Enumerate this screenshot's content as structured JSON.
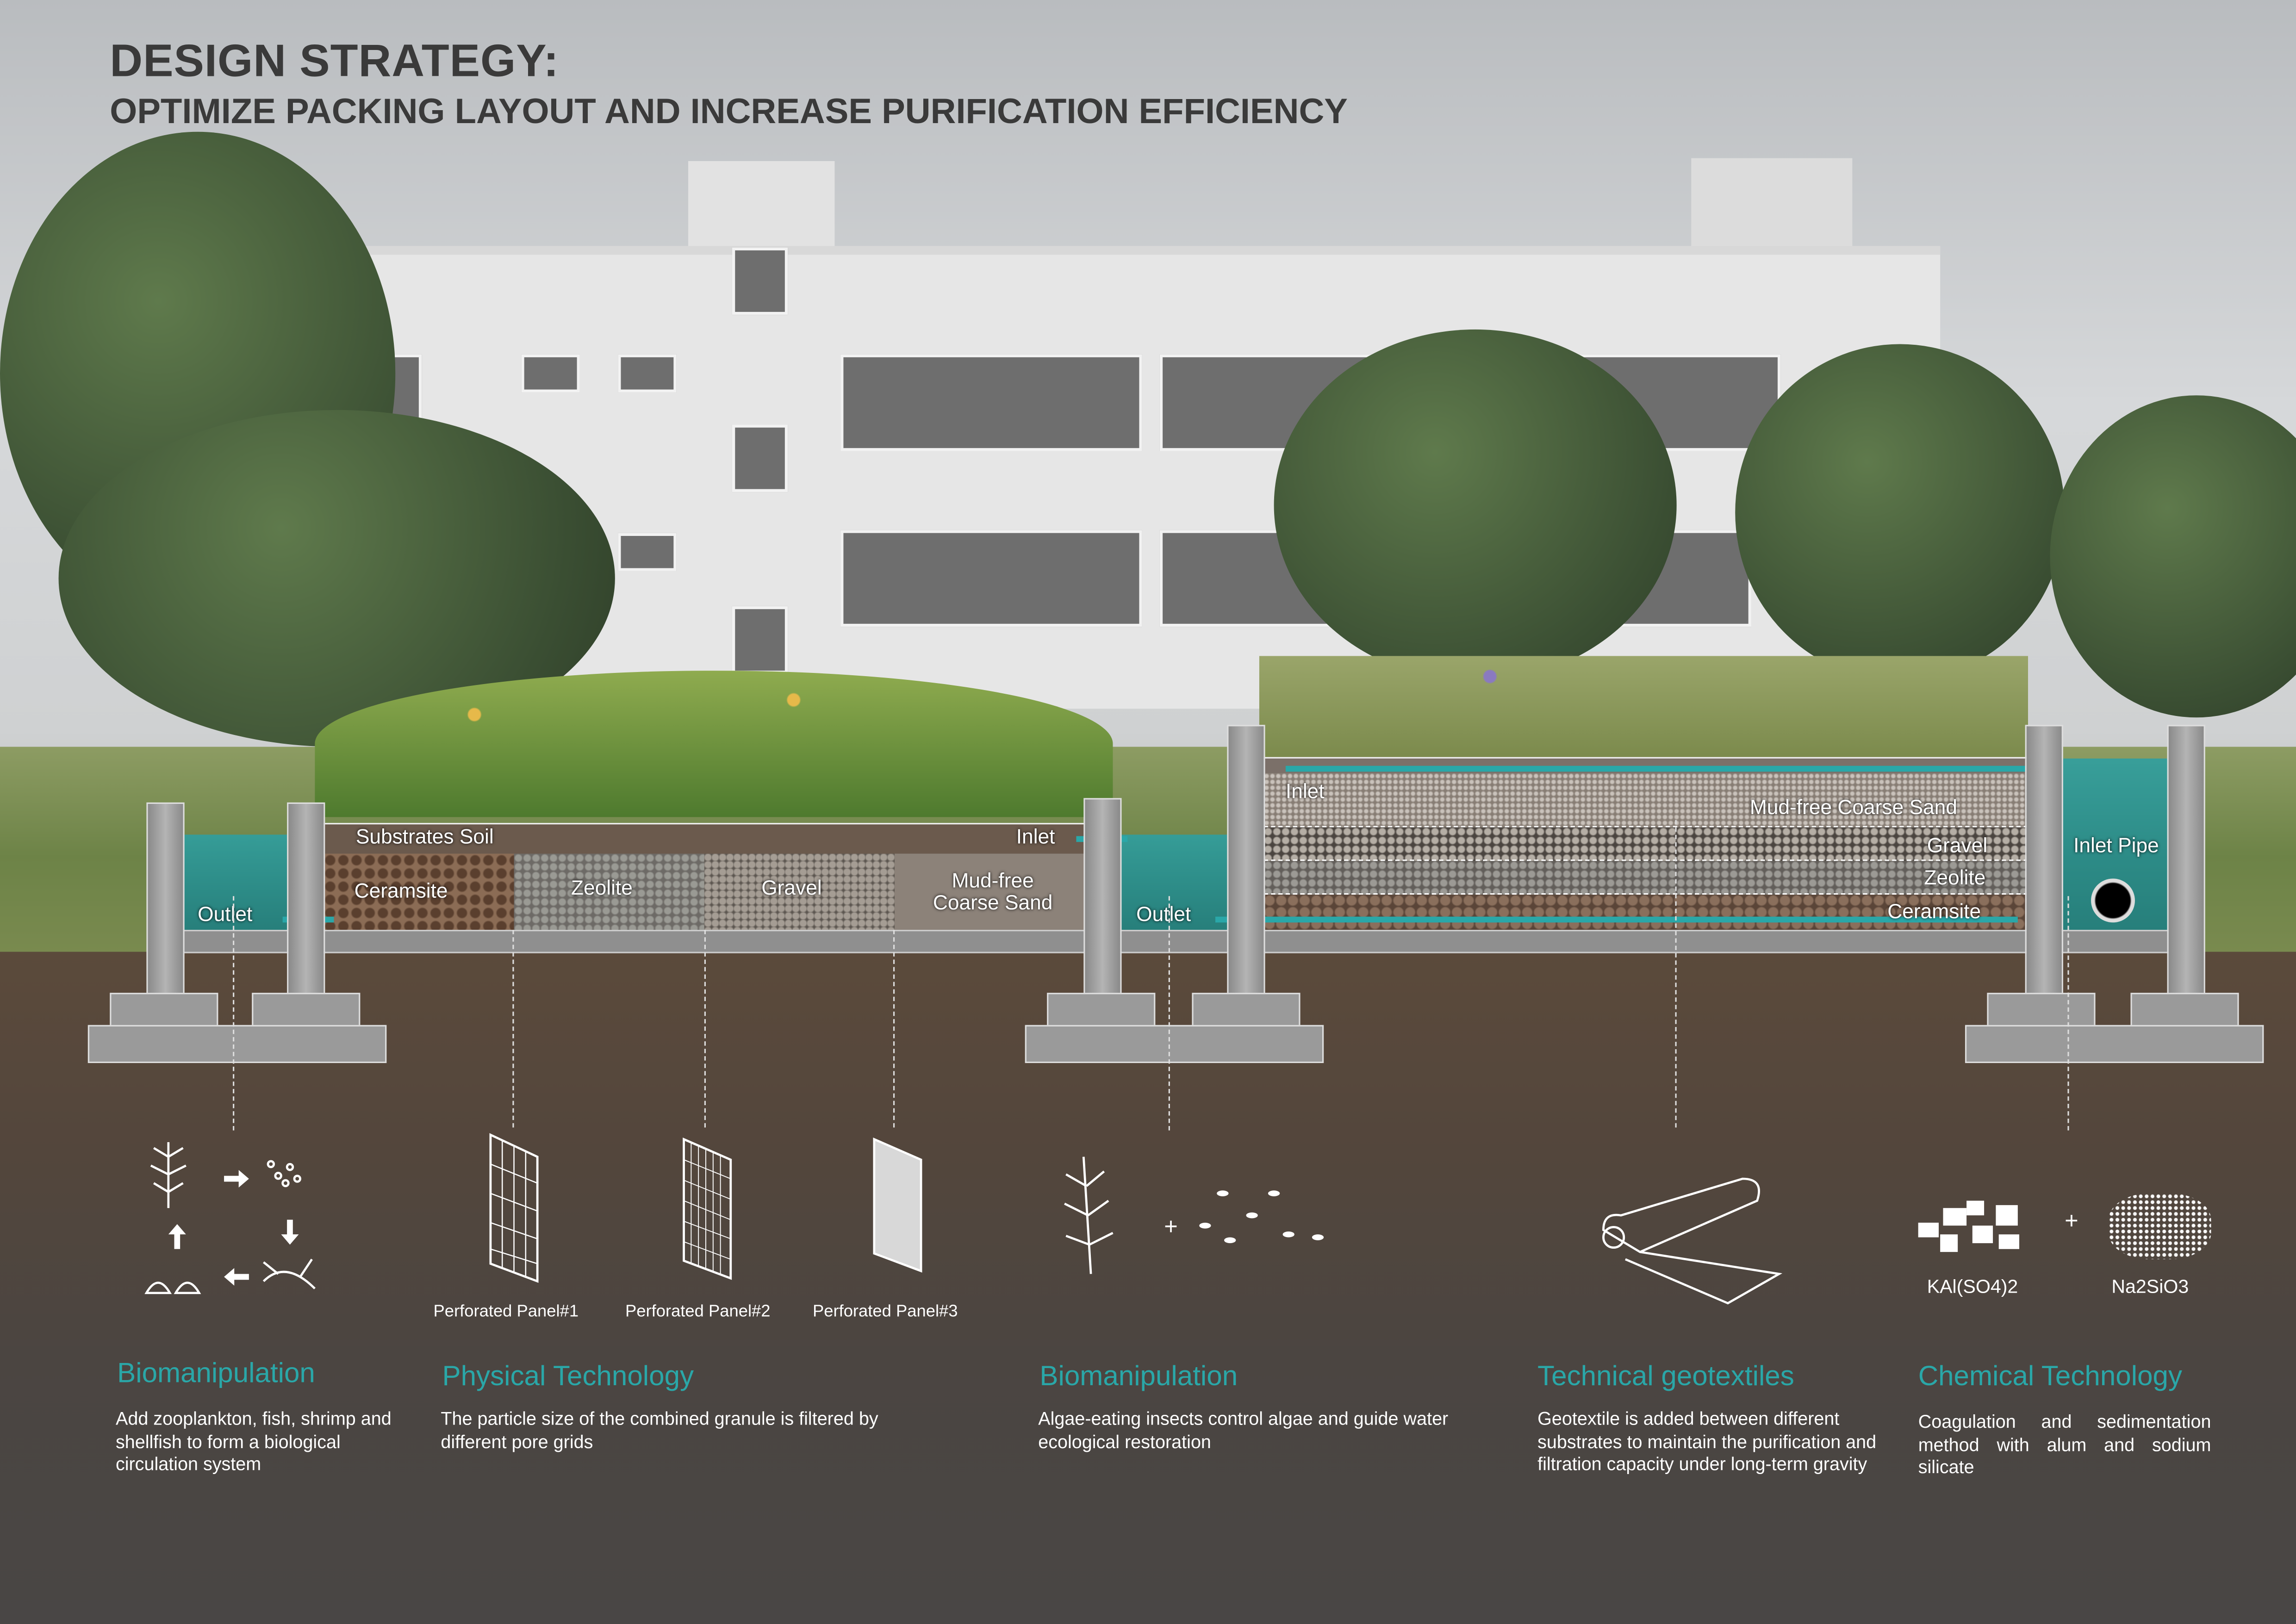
{
  "header": {
    "title": "DESIGN STRATEGY:",
    "subtitle": "OPTIMIZE PACKING LAYOUT AND INCREASE PURIFICATION EFFICIENCY"
  },
  "left_tank": {
    "top_layer": "Substrates Soil",
    "inlet": "Inlet",
    "outlet": "Outlet",
    "media": [
      "Ceramsite",
      "Zeolite",
      "Gravel",
      "Mud-free Coarse Sand"
    ]
  },
  "middle": {
    "outlet": "Outlet"
  },
  "right_tank": {
    "inlet": "Inlet",
    "layers": [
      "Mud-free Coarse Sand",
      "Gravel",
      "Zeolite",
      "Ceramsite"
    ],
    "inlet_pipe": "Inlet Pipe"
  },
  "panels": [
    "Perforated Panel#1",
    "Perforated Panel#2",
    "Perforated Panel#3"
  ],
  "chemicals": {
    "alum": "KAl(SO4)2",
    "silicate": "Na2SiO3",
    "plus": "+"
  },
  "sections": [
    {
      "title": "Biomanipulation",
      "text": "Add zooplankton, fish, shrimp and shellfish to form a biological circulation system"
    },
    {
      "title": "Physical Technology",
      "text": "The particle size of the combined granule is filtered by different pore grids"
    },
    {
      "title": "Biomanipulation",
      "text": "Algae-eating insects control algae and guide water ecological restoration"
    },
    {
      "title": "Technical geotextiles",
      "text": "Geotextile is added between different substrates to maintain the purification and filtration capacity under long-term gravity"
    },
    {
      "title": "Chemical Technology",
      "text": "Coagulation and sedimentation method with alum and sodium silicate"
    }
  ],
  "colors": {
    "accent": "#2aa7a8",
    "title": "#3a3a3a"
  }
}
